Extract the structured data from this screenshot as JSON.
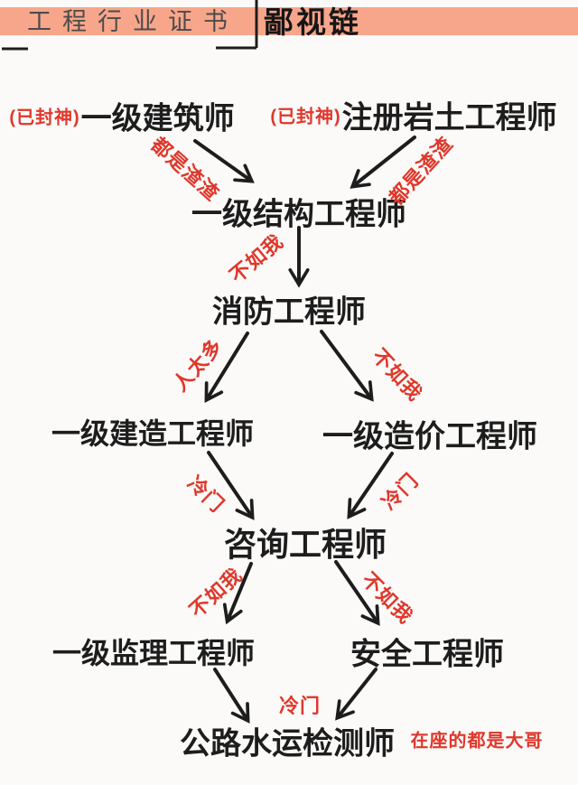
{
  "header": {
    "title": "工程行业证书",
    "subtitle": "鄙视链"
  },
  "colors": {
    "band_salmon": "#F8A68B",
    "label_red": "#E0372B",
    "ink_black": "#1D1D1D",
    "title_gray": "#4B4B4B"
  },
  "nodes": [
    {
      "id": "first-class-architect",
      "prefix": "(已封神)",
      "label": "一级建筑师"
    },
    {
      "id": "registered-geotechnical-engineer",
      "prefix": "(已封神)",
      "label": "注册岩土工程师"
    },
    {
      "id": "first-class-structural-engineer",
      "label": "一级结构工程师"
    },
    {
      "id": "fire-protection-engineer",
      "label": "消防工程师"
    },
    {
      "id": "first-class-construction-engineer",
      "label": "一级建造工程师"
    },
    {
      "id": "first-class-cost-engineer",
      "label": "一级造价工程师"
    },
    {
      "id": "consulting-engineer",
      "label": "咨询工程师"
    },
    {
      "id": "first-class-supervision-engineer",
      "label": "一级监理工程师"
    },
    {
      "id": "safety-engineer",
      "label": "安全工程师"
    },
    {
      "id": "highway-waterway-inspector",
      "label": "公路水运检测师"
    }
  ],
  "edge_labels": [
    {
      "text": "都是渣渣"
    },
    {
      "text": "都是渣渣"
    },
    {
      "text": "不如我"
    },
    {
      "text": "人太多"
    },
    {
      "text": "不如我"
    },
    {
      "text": "冷门"
    },
    {
      "text": "冷门"
    },
    {
      "text": "不如我"
    },
    {
      "text": "不如我"
    },
    {
      "text": "冷门"
    }
  ],
  "footer_note": "在座的都是大哥"
}
